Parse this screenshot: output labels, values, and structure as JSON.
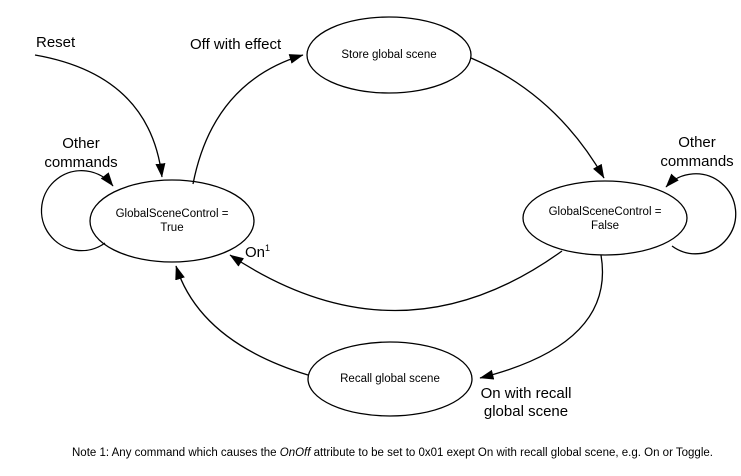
{
  "colors": {
    "ink": "#000000",
    "paper": "#ffffff"
  },
  "states": {
    "store": {
      "label": "Store global scene"
    },
    "global_true": {
      "line1": "GlobalSceneControl =",
      "line2": "True"
    },
    "global_false": {
      "line1": "GlobalSceneControl =",
      "line2": "False"
    },
    "recall": {
      "label": "Recall global scene"
    }
  },
  "transitions": {
    "reset": "Reset",
    "off_with_effect": "Off with effect",
    "other_commands_left": {
      "line1": "Other",
      "line2": "commands"
    },
    "other_commands_right": {
      "line1": "Other",
      "line2": "commands"
    },
    "on": {
      "text": "On",
      "superscript": "1"
    },
    "on_with_recall": {
      "line1": "On with recall",
      "line2": "global scene"
    }
  },
  "note": {
    "prefix": "Note 1: Any command which causes the ",
    "italic": "OnOff",
    "suffix": " attribute to be set to 0x01 exept On with recall global scene, e.g. On or Toggle."
  }
}
